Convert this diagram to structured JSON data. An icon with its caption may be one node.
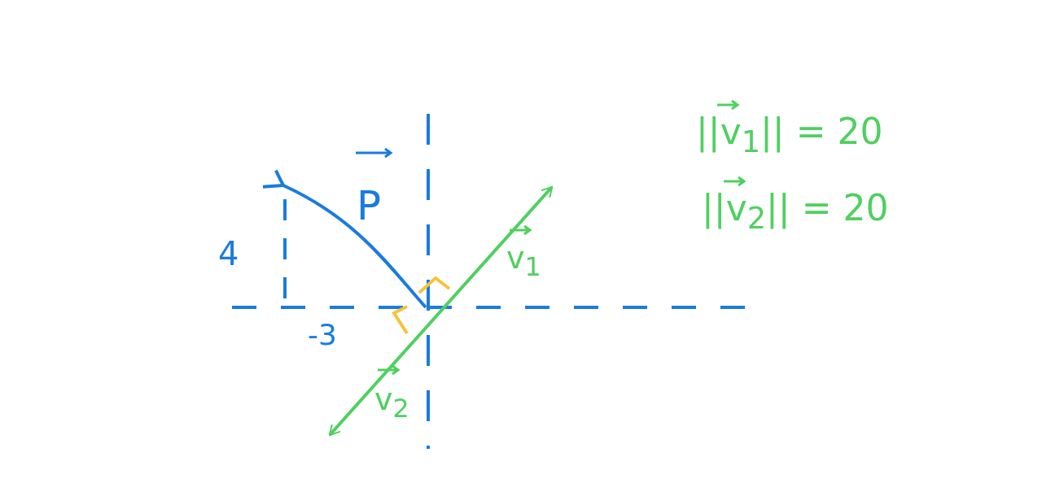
{
  "diagram": {
    "labels": [
      "P",
      "4",
      "-3",
      "v$_{1}$",
      "v$_{2}$",
      "||v$_{1}$|| = 20",
      "||v$_{2}$|| = 20"
    ]
  }
}
